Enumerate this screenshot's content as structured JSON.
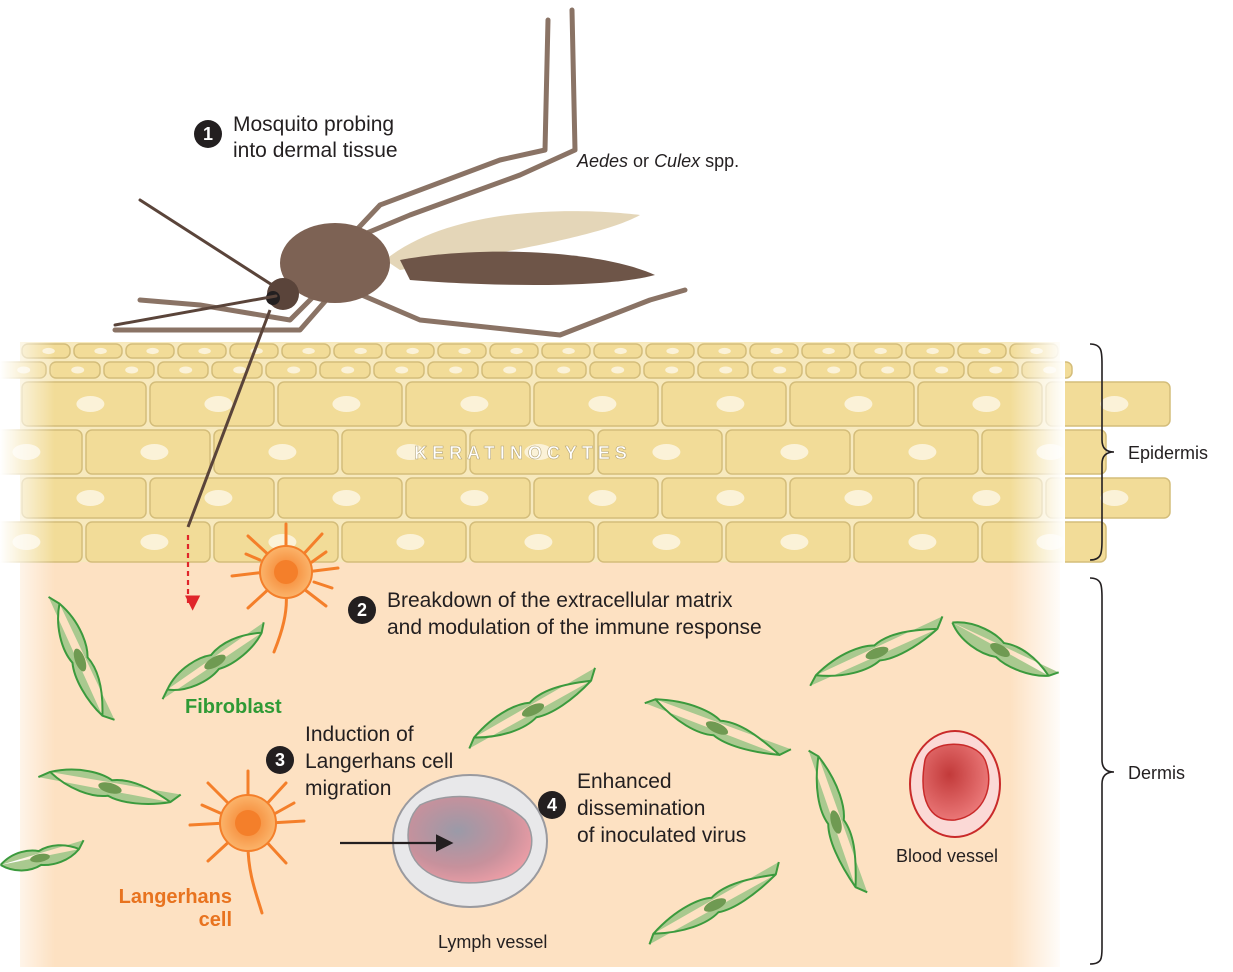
{
  "species": {
    "italic1": "Aedes",
    "conj": " or ",
    "italic2": "Culex",
    "rest": " spp."
  },
  "steps": [
    {
      "number": "1",
      "lines": [
        "Mosquito probing",
        "into dermal tissue"
      ]
    },
    {
      "number": "2",
      "lines": [
        "Breakdown of the extracellular matrix",
        "and modulation of the immune response"
      ]
    },
    {
      "number": "3",
      "lines": [
        "Induction of",
        "Langerhans cell",
        "migration"
      ]
    },
    {
      "number": "4",
      "lines": [
        "Enhanced",
        "dissemination",
        "of inoculated virus"
      ]
    }
  ],
  "layers": {
    "keratinocytes": "KERATINOCYTES",
    "epidermis": "Epidermis",
    "dermis": "Dermis"
  },
  "cells": {
    "fibroblast": "Fibroblast",
    "langerhans": [
      "Langerhans",
      "cell"
    ]
  },
  "vessels": {
    "lymph": "Lymph vessel",
    "blood": "Blood vessel"
  },
  "colors": {
    "epidermis_cell": "#f2dc98",
    "dermis": "#fde1c2",
    "fibroblast": "#a9c98f",
    "langerhans": "#f7a047",
    "blood": "#e05a5a",
    "mosquito": "#6e5548"
  }
}
